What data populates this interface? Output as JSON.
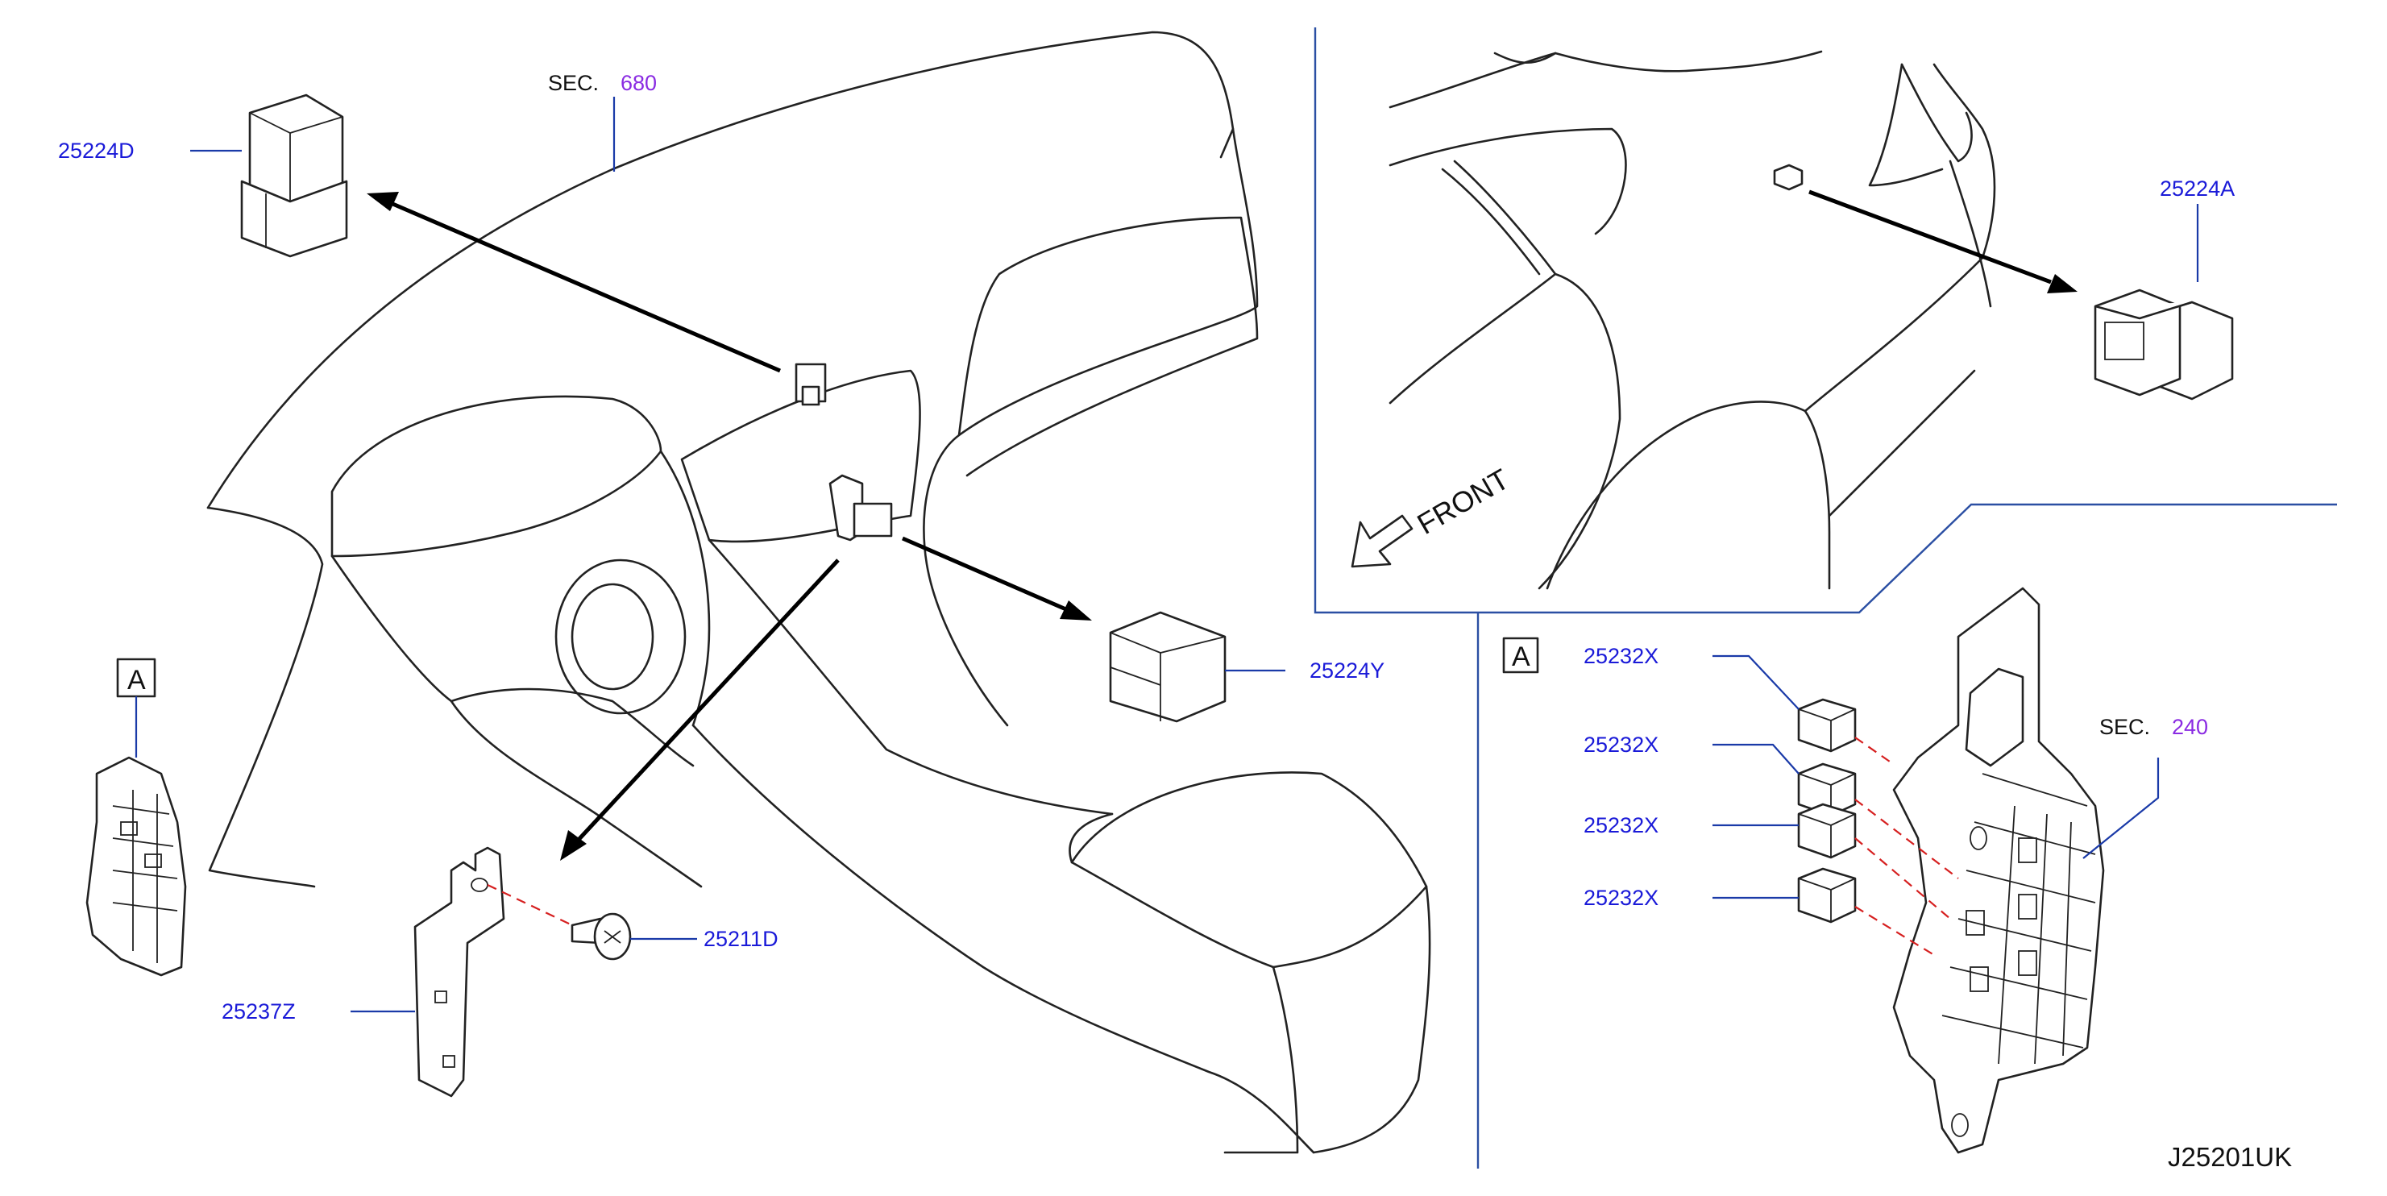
{
  "diagram_code": "J25201UK",
  "front_label": "FRONT",
  "detail_marker": "A",
  "sections": [
    {
      "prefix": "SEC.",
      "number": "680"
    },
    {
      "prefix": "SEC.",
      "number": "240"
    }
  ],
  "parts": {
    "relay_25224D": "25224D",
    "relay_25224Y": "25224Y",
    "relay_25224A": "25224A",
    "screw_25211D": "25211D",
    "bracket_25237Z": "25237Z",
    "relay_25232X_1": "25232X",
    "relay_25232X_2": "25232X",
    "relay_25232X_3": "25232X",
    "relay_25232X_4": "25232X"
  },
  "colors": {
    "part_label": "#1a1ad8",
    "section_number": "#8a2be2",
    "frame": "#2b4fa3",
    "hidden_line": "#d62020",
    "outline": "#222222"
  }
}
